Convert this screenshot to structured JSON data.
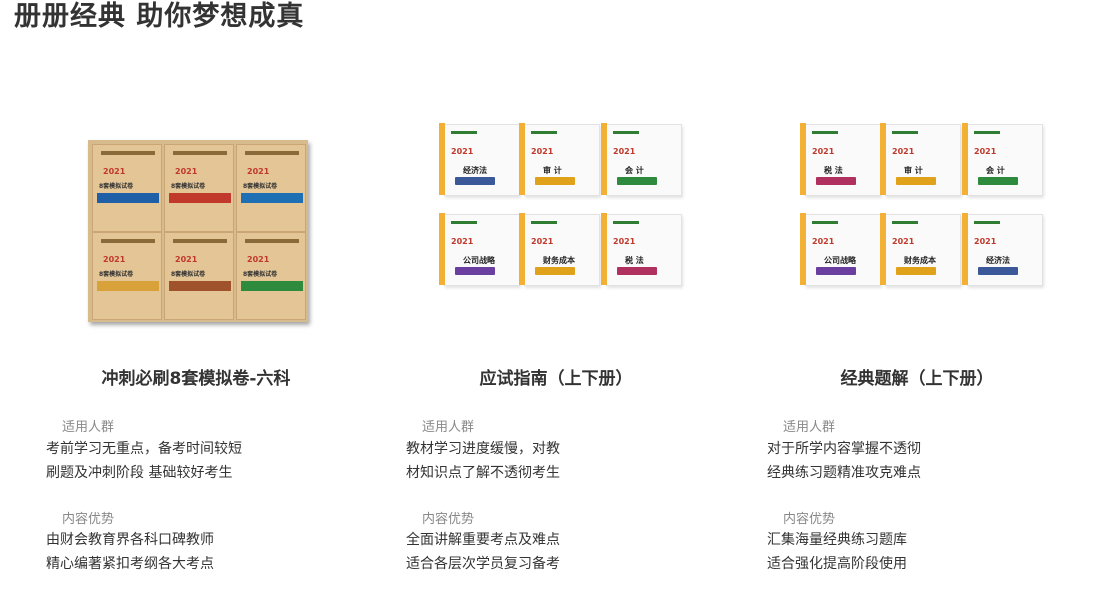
{
  "page": {
    "title": "册册经典 助你梦想成真"
  },
  "products": [
    {
      "name": "冲刺必刷8套模拟卷-六科",
      "audience_label": "适用人群",
      "audience": [
        "考前学习无重点，备考时间较短",
        "刷题及冲刺阶段 基础较好考生"
      ],
      "advantage_label": "内容优势",
      "advantages": [
        "由财会教育界各科口碑教师",
        "精心编著紧扣考纲各大考点"
      ]
    },
    {
      "name": "应试指南（上下册）",
      "audience_label": "适用人群",
      "audience": [
        "教材学习进度缓慢，对教",
        "材知识点了解不透彻考生"
      ],
      "advantage_label": "内容优势",
      "advantages": [
        "全面讲解重要考点及难点",
        "适合各层次学员复习备考"
      ]
    },
    {
      "name": "经典题解（上下册）",
      "audience_label": "适用人群",
      "audience": [
        "对于所学内容掌握不透彻",
        "经典练习题精准攻克难点"
      ],
      "advantage_label": "内容优势",
      "advantages": [
        "汇集海量经典练习题库",
        "适合强化提高阶段使用"
      ]
    }
  ],
  "colors": {
    "title": "#333333",
    "label": "#888888",
    "cover_red": "#c0392b",
    "spine": "#f2b134"
  }
}
